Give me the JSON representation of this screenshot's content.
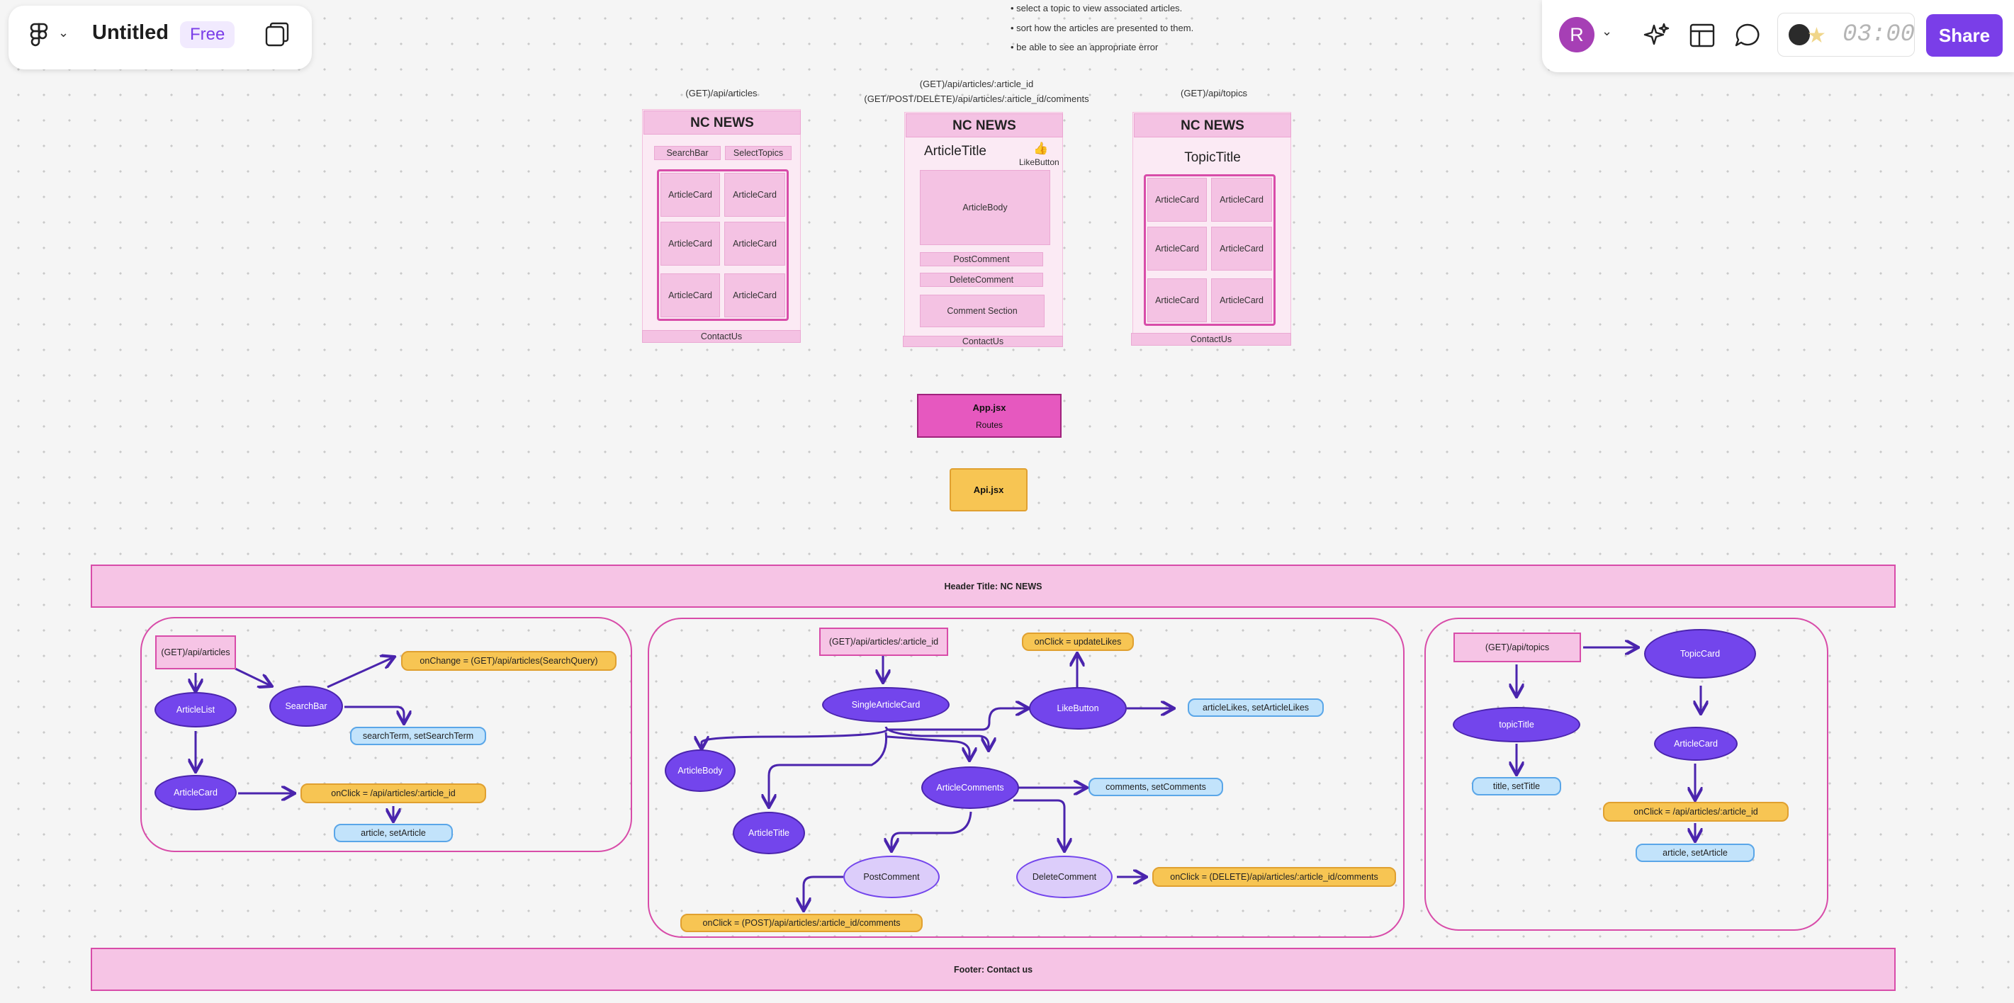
{
  "toolbar_left": {
    "logo_icon": "figma-logo-icon",
    "file_title": "Untitled",
    "plan_badge": "Free",
    "pages_icon": "pages-icon"
  },
  "toolbar_right": {
    "avatar_initial": "R",
    "ai_icon": "sparkle-icon",
    "layout_icon": "layout-icon",
    "comment_icon": "comment-icon",
    "timer_value": "03:00",
    "share_label": "Share"
  },
  "notes": [
    "select a topic to view associated articles.",
    "sort how the articles are presented to them.",
    "be able to see an appropriate error"
  ],
  "wireframes": {
    "articles": {
      "endpoint": "(GET)/api/articles",
      "header": "NC NEWS",
      "search": "SearchBar",
      "select": "SelectTopics",
      "cards": [
        "ArticleCard",
        "ArticleCard",
        "ArticleCard",
        "ArticleCard",
        "ArticleCard",
        "ArticleCard"
      ],
      "footer": "ContactUs"
    },
    "single": {
      "endpoint1": "(GET)/api/articles/:article_id",
      "endpoint2": "(GET/POST/DELETE)/api/articles/:article_id/comments",
      "header": "NC NEWS",
      "title": "ArticleTitle",
      "like_emoji": "👍",
      "like": "LikeButton",
      "body": "ArticleBody",
      "post": "PostComment",
      "delete": "DeleteComment",
      "comments": "Comment Section",
      "footer": "ContactUs"
    },
    "topics": {
      "endpoint": "(GET)/api/topics",
      "header": "NC NEWS",
      "title": "TopicTitle",
      "cards": [
        "ArticleCard",
        "ArticleCard",
        "ArticleCard",
        "ArticleCard",
        "ArticleCard",
        "ArticleCard"
      ],
      "footer": "ContactUs"
    }
  },
  "app_box": {
    "title": "App.jsx",
    "sub": "Routes"
  },
  "api_box": {
    "title": "Api.jsx"
  },
  "header_bar": "Header Title: NC NEWS",
  "footer_bar": "Footer: Contact us",
  "flow_articles": {
    "endpoint": "(GET)/api/articles",
    "article_list": "ArticleList",
    "search_bar": "SearchBar",
    "on_change": "onChange = (GET)/api/articles(SearchQuery)",
    "search_state": "searchTerm, setSearchTerm",
    "article_card": "ArticleCard",
    "on_click": "onClick = /api/articles/:article_id",
    "article_state": "article, setArticle"
  },
  "flow_single": {
    "endpoint": "(GET)/api/articles/:article_id",
    "single": "SingleArticleCard",
    "on_click_like": "onClick = updateLikes",
    "like_button": "LikeButton",
    "likes_state": "articleLikes, setArticleLikes",
    "article_body": "ArticleBody",
    "article_title": "ArticleTitle",
    "article_comments": "ArticleComments",
    "comments_state": "comments, setComments",
    "post_comment": "PostComment",
    "delete_comment": "DeleteComment",
    "on_click_post": "onClick = (POST)/api/articles/:article_id/comments",
    "on_click_delete": "onClick = (DELETE)/api/articles/:article_id/comments"
  },
  "flow_topics": {
    "endpoint": "(GET)/api/topics",
    "topic_card": "TopicCard",
    "topic_title": "topicTitle",
    "title_state": "title, setTitle",
    "article_card": "ArticleCard",
    "on_click": "onClick = /api/articles/:article_id",
    "article_state": "article, setArticle"
  }
}
